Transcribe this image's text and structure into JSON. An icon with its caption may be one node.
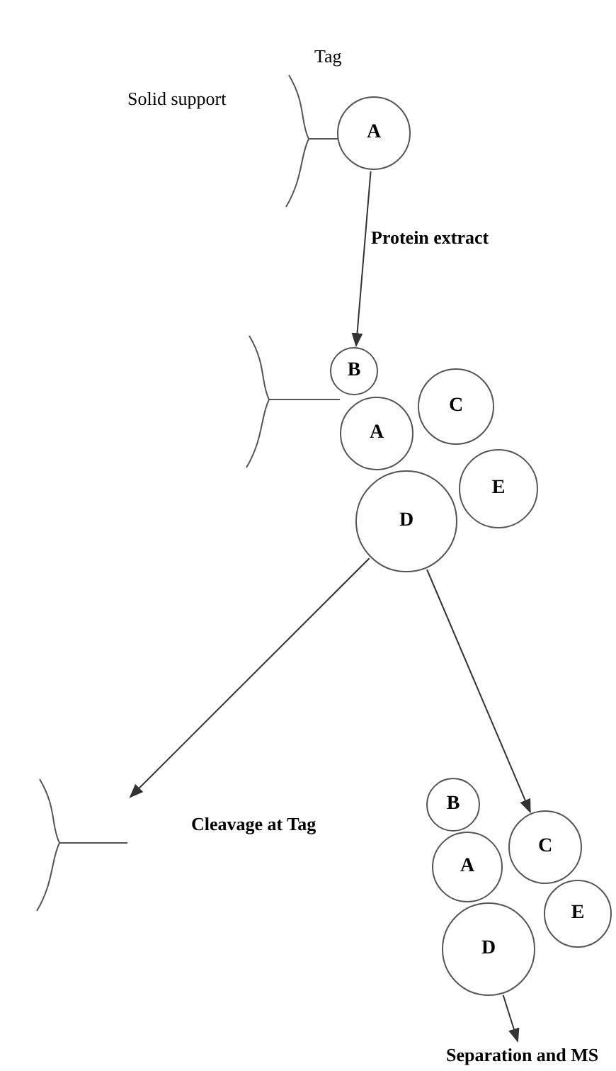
{
  "diagram": {
    "nodes": [
      {
        "text": [
          "A"
        ]
      },
      {
        "text": [
          "B"
        ]
      },
      {
        "text": [
          "A"
        ]
      },
      {
        "text": [
          "C"
        ]
      },
      {
        "text": [
          "E"
        ]
      },
      {
        "text": [
          "D"
        ]
      },
      {
        "text": [],
        "shape": "picture"
      },
      {
        "text": [
          "B"
        ]
      },
      {
        "text": [
          "A"
        ]
      },
      {
        "text": [
          "C"
        ]
      },
      {
        "text": [
          "E"
        ]
      },
      {
        "text": [
          "D"
        ]
      },
      {
        "text": [
          "Separation and MS"
        ]
      }
    ],
    "edges": [
      {
        "from": 0,
        "to": 1,
        "arrow": "to",
        "label": "Protein extract"
      },
      {
        "from": 5,
        "to": 6,
        "arrow": "to"
      },
      {
        "from": 5,
        "to": 9,
        "arrow": "to"
      },
      {
        "from": 11,
        "to": 12,
        "arrow": "to"
      }
    ],
    "labels": [
      "Solid support",
      "Tag",
      "Cleavage at Tag"
    ]
  }
}
